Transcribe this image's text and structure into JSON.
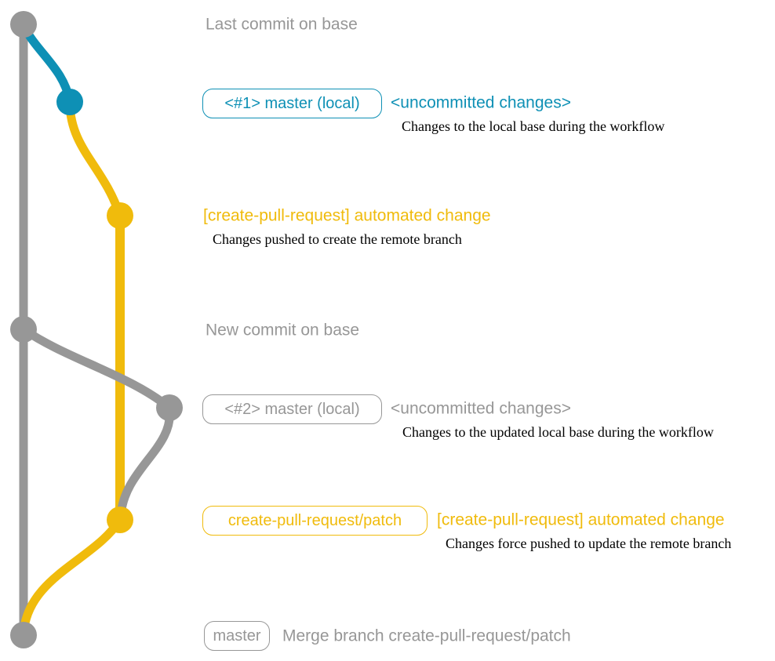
{
  "colors": {
    "gray": "#979797",
    "teal": "#0e90b5",
    "yellow": "#f0bb0c",
    "text": "#000000",
    "background": "#ffffff"
  },
  "annotations": {
    "row1": {
      "title": "Last commit on base"
    },
    "row2": {
      "badge": "<#1> master (local)",
      "note": "<uncommitted changes>",
      "desc": "Changes to the local base during the workflow"
    },
    "row3": {
      "title": "[create-pull-request] automated change",
      "desc": "Changes pushed to create the remote branch"
    },
    "row4": {
      "title": "New commit on base"
    },
    "row5": {
      "badge": "<#2> master (local)",
      "note": "<uncommitted changes>",
      "desc": "Changes to the updated local base during the workflow"
    },
    "row6": {
      "badge": "create-pull-request/patch",
      "title": "[create-pull-request] automated change",
      "desc": "Changes force pushed to update the remote branch"
    },
    "row7": {
      "badge": "master",
      "title": "Merge branch create-pull-request/patch"
    }
  }
}
